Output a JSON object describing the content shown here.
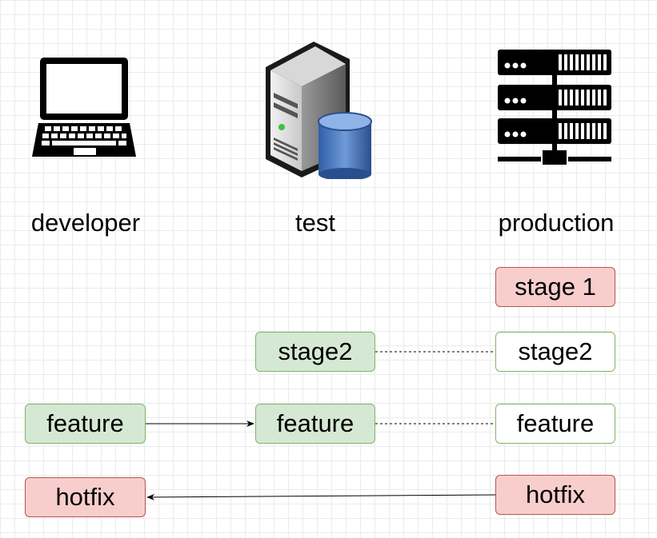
{
  "columns": {
    "developer": "developer",
    "test": "test",
    "production": "production"
  },
  "icons": {
    "developer": "laptop-icon",
    "test": "server-database-icon",
    "production": "server-rack-icon"
  },
  "boxes": {
    "prod_stage1": "stage 1",
    "test_stage2": "stage2",
    "prod_stage2": "stage2",
    "dev_feature": "feature",
    "test_feature": "feature",
    "prod_feature": "feature",
    "dev_hotfix": "hotfix",
    "prod_hotfix": "hotfix"
  },
  "colors": {
    "green_fill": "#d5e8d4",
    "green_stroke": "#82b366",
    "red_fill": "#f8cecc",
    "red_stroke": "#b85450"
  },
  "edges": [
    {
      "from": "test_stage2",
      "to": "prod_stage2",
      "style": "dashed"
    },
    {
      "from": "dev_feature",
      "to": "test_feature",
      "style": "arrow"
    },
    {
      "from": "test_feature",
      "to": "prod_feature",
      "style": "dashed"
    },
    {
      "from": "prod_hotfix",
      "to": "dev_hotfix",
      "style": "arrow"
    }
  ]
}
